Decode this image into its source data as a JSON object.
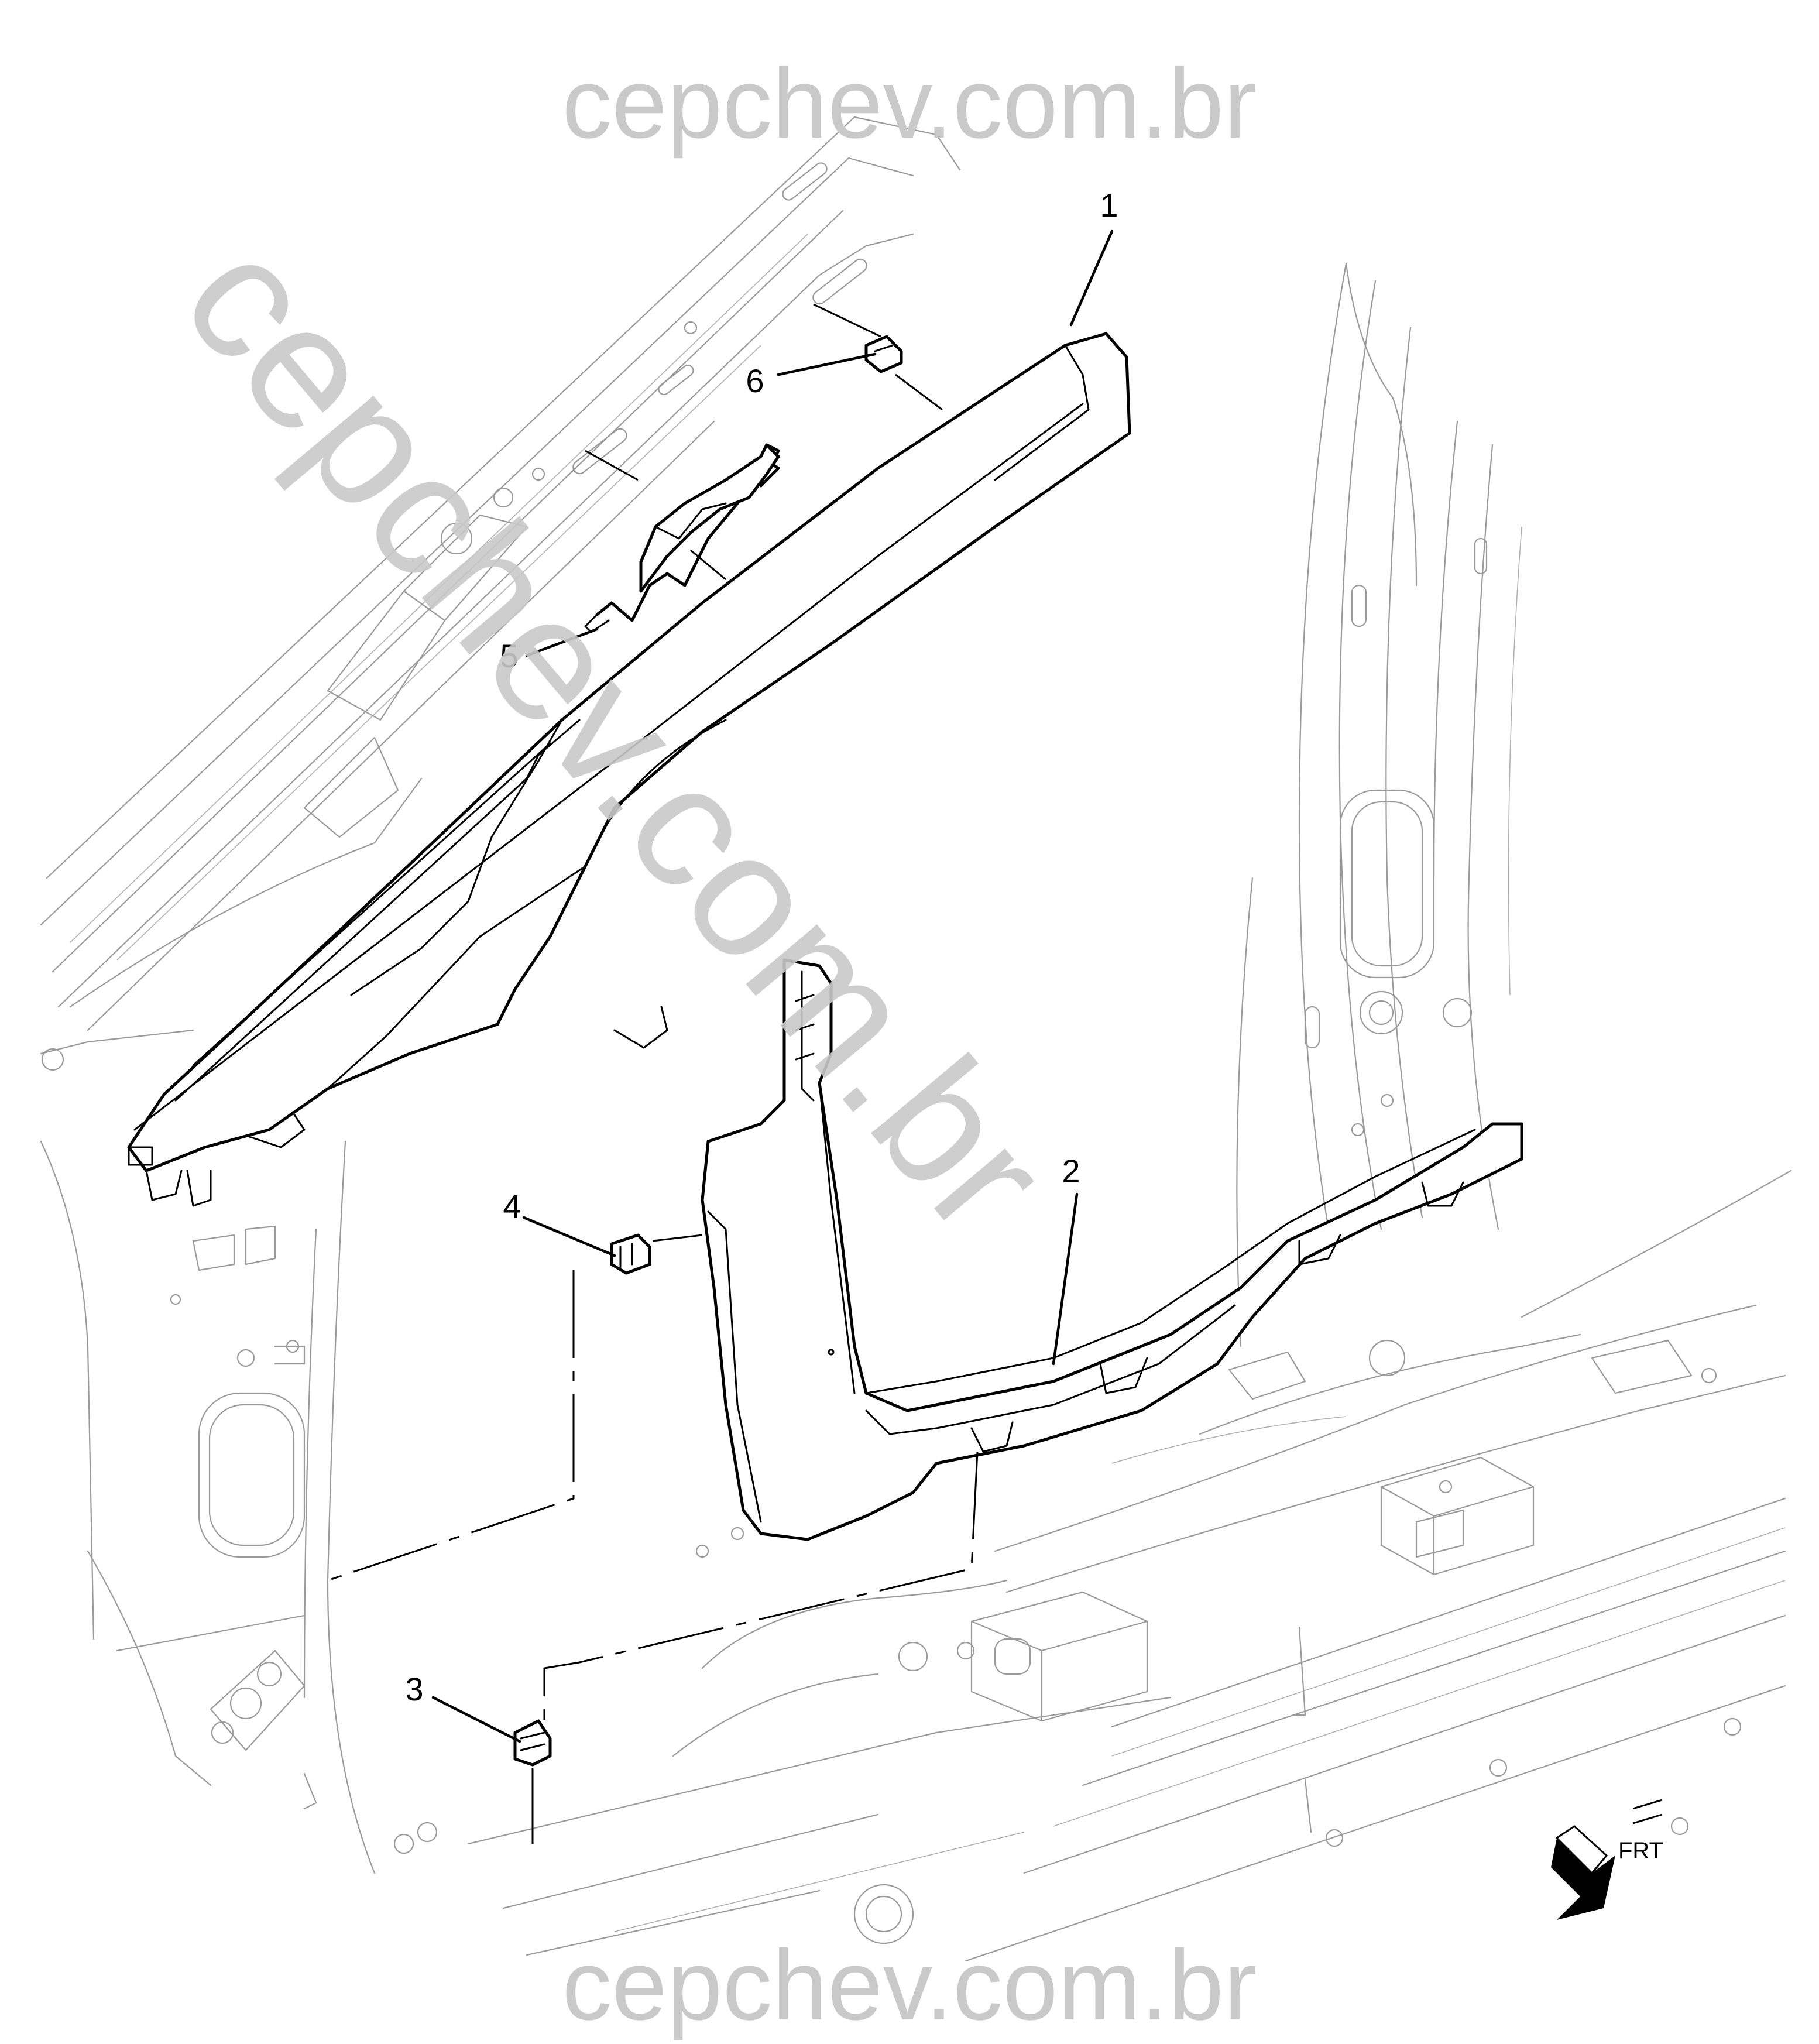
{
  "watermark": {
    "top": "cepchev.com.br",
    "bottom": "cepchev.com.br",
    "diagonal": "cepchev.com.br"
  },
  "callouts": [
    "1",
    "2",
    "3",
    "4",
    "5",
    "6"
  ],
  "direction_indicator": {
    "label": "FRT",
    "icon": "front-arrow-icon"
  },
  "colors": {
    "parts": "#000000",
    "body_structure": "#9a9a9a",
    "watermark": "#c9c9c9",
    "background": "#ffffff"
  }
}
